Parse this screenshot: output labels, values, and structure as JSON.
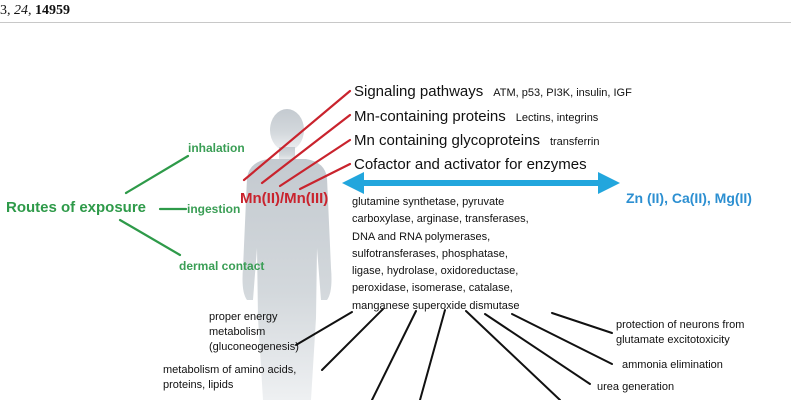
{
  "citation": {
    "prefix": "3, ",
    "volume": "24",
    "sep": ", ",
    "pages": "14959"
  },
  "routes": {
    "title": "Routes of exposure",
    "inhalation": "inhalation",
    "ingestion": "ingestion",
    "dermal": "dermal contact"
  },
  "manganese": {
    "label": "Mn(II)/Mn(III)"
  },
  "ions": {
    "label": "Zn (II), Ca(II), Mg(II)"
  },
  "categories": [
    {
      "title": "Signaling pathways",
      "examples": "ATM, p53, PI3K, insulin, IGF"
    },
    {
      "title": "Mn-containing proteins",
      "examples": "Lectins, integrins"
    },
    {
      "title": "Mn containing glycoproteins",
      "examples": "transferrin"
    },
    {
      "title": "Cofactor and activator for enzymes",
      "examples": ""
    }
  ],
  "enzymes": [
    "glutamine synthetase, pyruvate",
    "carboxylase, arginase, transferases,",
    "DNA and RNA polymerases,",
    "sulfotransferases,  phosphatase,",
    "ligase,  hydrolase,  oxidoreductase,",
    "peroxidase, isomerase, catalase,",
    "manganese superoxide dismutase"
  ],
  "functions": {
    "energy": [
      "proper energy",
      "metabolism",
      "(gluconeogenesis)"
    ],
    "amino": [
      "metabolism of amino acids,",
      "proteins, lipids"
    ],
    "neurons": [
      "protection of neurons from",
      "glutamate excitotoxicity"
    ],
    "ammonia": "ammonia elimination",
    "urea": "urea generation"
  },
  "colors": {
    "routes": "#2e9a49",
    "manganese": "#c9232d",
    "ions": "#2c8fd1",
    "arrow": "#22a6dd",
    "silhouette": "#c9ced3"
  }
}
